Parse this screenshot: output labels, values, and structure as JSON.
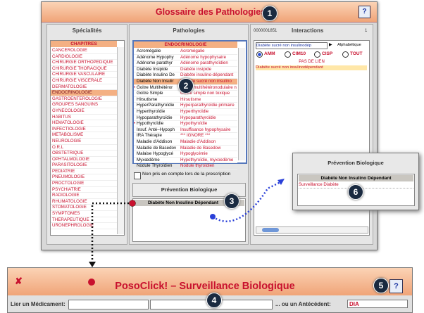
{
  "window": {
    "title": "Glossaire des Pathologies",
    "color_title": "#c8112e",
    "color_title_bar": "#f4b083"
  },
  "specialites": {
    "header": "Spécialités",
    "list_header": "CHAPITRES",
    "items": [
      "CANCEROLOGIE",
      "CARDIOLOGIE",
      "CHIRURGIE ORTHOPEDIQUE",
      "CHIRURGIE THORACIQUE",
      "CHIRURGIE VASCULAIRE",
      "CHIRURGIE VISCERALE",
      "DERMATOLOGIE",
      "ENDOCRINOLOGIE",
      "GASTROENTEROLOGIE",
      "GROUPES SANGUINS",
      "GYNECOLOGIE",
      "HABITUS",
      "HEMATOLOGIE",
      "INFECTIOLOGIE",
      "METABOLISME",
      "NEUROLOGIE",
      "O.R.L",
      "OBSTETRIQUE",
      "OPHTALMOLOGIE",
      "PARASITOLOGIE",
      "PEDIATRIE",
      "PNEUMOLOGIE",
      "PROCTOLOGIE",
      "PSYCHIATRIE",
      "RADIOLOGIE",
      "RHUMATOLOGIE",
      "STOMATOLOGIE",
      "SYMPTOMES",
      "THERAPEUTIQUE",
      "URONEPHROLOGIE"
    ],
    "selected": "ENDOCRINOLOGIE"
  },
  "pathologies": {
    "header": "Pathologies",
    "list_header": "ENDOCRINOLOGIE",
    "rows": [
      {
        "mark": "",
        "left": "Acromégalie",
        "right": "Acromégalie"
      },
      {
        "mark": "",
        "left": "Adénome Hypophy",
        "right": "Adénome hypophysaire"
      },
      {
        "mark": "",
        "left": "Adénome parathyr",
        "right": "Adénome parathyroïdien"
      },
      {
        "mark": "",
        "left": "Diabète Insipide",
        "right": "Diabète insipide"
      },
      {
        "mark": "",
        "left": "Diabète Insulino De",
        "right": "Diabète insulino-dépendant"
      },
      {
        "mark": "",
        "left": "Diabète Non Insulir",
        "right": "Diabète sucré non insulino"
      },
      {
        "mark": "•",
        "left": "Goitre Multihétéror",
        "right": "Goitre multihétéronodulaire non"
      },
      {
        "mark": "",
        "left": "Goitre Simple",
        "right": "Goitre simple non toxique"
      },
      {
        "mark": "",
        "left": "Hirsutisme",
        "right": "Hirsutisme"
      },
      {
        "mark": "",
        "left": "HyperParathyroïdie",
        "right": "Hyperparathyroïdie primaire"
      },
      {
        "mark": "",
        "left": "Hyperthyroïdie",
        "right": "Hyperthyroïdie"
      },
      {
        "mark": "",
        "left": "Hypoparathyroïdie",
        "right": "Hypoparathyroïdie"
      },
      {
        "mark": "•",
        "left": "Hypothyroïdie",
        "right": "Hypothyroïdie"
      },
      {
        "mark": "",
        "left": "Insuf. Anté–Hypoph",
        "right": "Insuffisance hypophysaire"
      },
      {
        "mark": "",
        "left": "IRA Thérapie",
        "right": "*** IGNORE ***"
      },
      {
        "mark": "",
        "left": "Maladie d'Addison",
        "right": "Maladie d'Addison"
      },
      {
        "mark": "",
        "left": "Maladie de Basedov",
        "right": "Maladie de Basedow"
      },
      {
        "mark": "",
        "left": "Malaise Hypoglycé",
        "right": "Hypoglycémie"
      },
      {
        "mark": "",
        "left": "Myxœdème",
        "right": "Hypothyroïdie, myxoedème"
      },
      {
        "mark": "",
        "left": "Nodule Thyroïdien",
        "right": "Nodule thyroïdien"
      }
    ],
    "selected_index": 5,
    "checkbox_label": "Non pris en compte lors de la prescription",
    "prevention_button": "Prévention Biologique",
    "prevention_item": "Diabète Non Insulino Dépendant"
  },
  "interactions": {
    "code": "0000001851",
    "header": "Interactions",
    "count": "1",
    "field": "Diabète sucré non insulinodép",
    "alpha_label": "Alphabétique",
    "radios": [
      "AMM",
      "CIM10",
      "CISP",
      "TOUT"
    ],
    "radio_selected": "AMM",
    "no_link": "PAS DE LIEN",
    "linked_item": "Diabète sucré non insulinodépendant"
  },
  "prevention_popup": {
    "title": "Prévention Biologique",
    "header": "Diabète Non Insulino Dépendant",
    "item": "Surveillance Diabète"
  },
  "bottom_window": {
    "title": "PosoClick! – Surveillance Biologique",
    "link_label": "Lier un Médicament:",
    "or_label": "... ou un Antécédent:",
    "antecedent_value": "DIA"
  },
  "badges": [
    "1",
    "2",
    "3",
    "4",
    "5",
    "6"
  ]
}
